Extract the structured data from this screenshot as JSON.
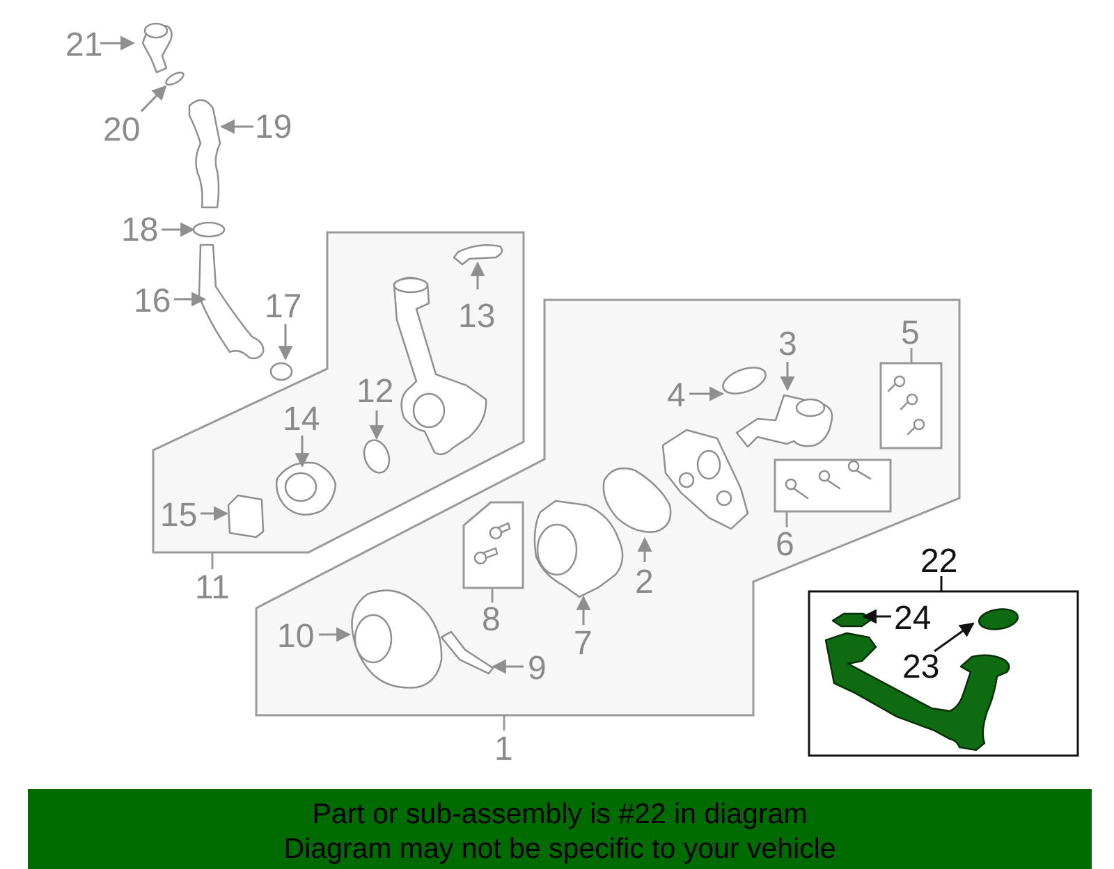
{
  "diagram": {
    "callouts": {
      "n1": "1",
      "n2": "2",
      "n3": "3",
      "n4": "4",
      "n5": "5",
      "n6": "6",
      "n7": "7",
      "n8": "8",
      "n9": "9",
      "n10": "10",
      "n11": "11",
      "n12": "12",
      "n13": "13",
      "n14": "14",
      "n15": "15",
      "n16": "16",
      "n17": "17",
      "n18": "18",
      "n19": "19",
      "n20": "20",
      "n21": "21",
      "n22": "22",
      "n23": "23",
      "n24": "24"
    },
    "highlight_color": "#0e6b12",
    "part_color": "#8f8f8f"
  },
  "banner": {
    "line1": "Part or sub-assembly is #22 in diagram",
    "line2": "Diagram may not be specific to your vehicle",
    "background": "#006b00"
  }
}
